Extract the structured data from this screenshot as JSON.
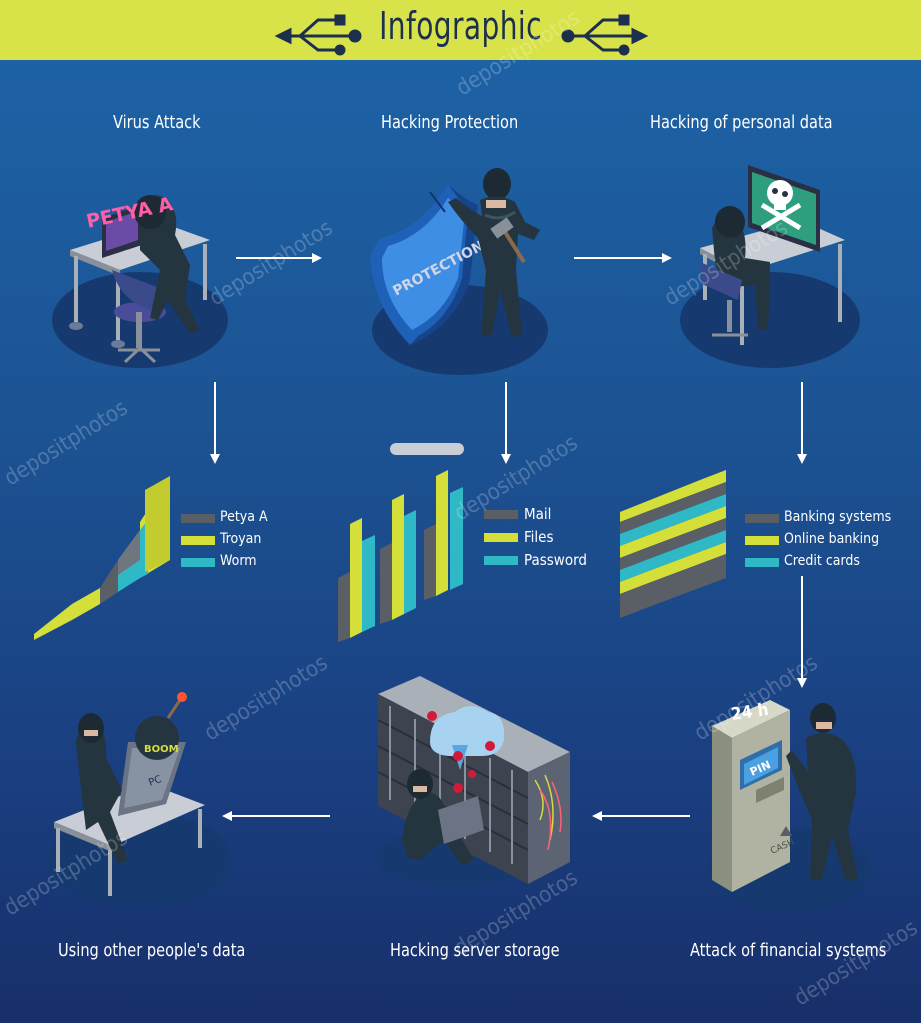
{
  "header": {
    "title": "Infographic"
  },
  "steps": {
    "virus_attack": "Virus Attack",
    "hacking_protection": "Hacking Protection",
    "hacking_personal_data": "Hacking of personal data",
    "using_other_data": "Using other people's data",
    "hacking_server_storage": "Hacking server storage",
    "attack_financial": "Attack of financial systems"
  },
  "illustration_text": {
    "petya": "PETYA A",
    "protection": "PROTECTION",
    "boom": "BOOM",
    "pc": "PC",
    "h24": "24 h",
    "pin": "PIN",
    "cash": "CASH"
  },
  "legends": {
    "virus": [
      "Petya A",
      "Troyan",
      "Worm"
    ],
    "data": [
      "Mail",
      "Files",
      "Password"
    ],
    "finance": [
      "Banking systems",
      "Online banking",
      "Credit cards"
    ]
  },
  "colors": {
    "header_bg": "#d8e34a",
    "gray": "#5a5f66",
    "yellow": "#d4df3a",
    "teal": "#2fb8c6",
    "dark_navy": "#1d2f4f"
  },
  "watermark": "depositphotos"
}
